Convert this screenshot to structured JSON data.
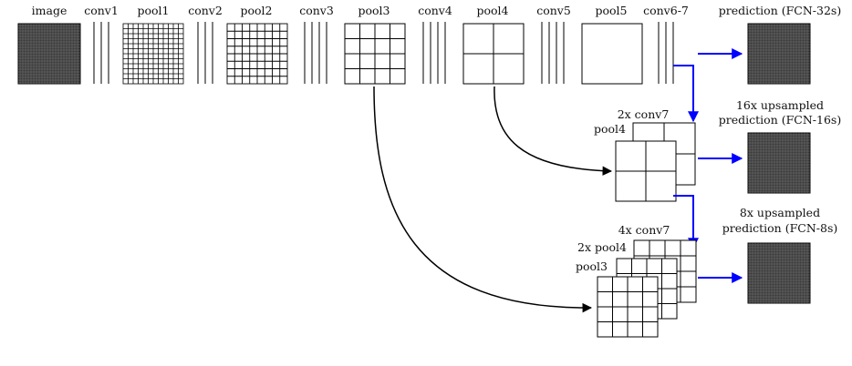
{
  "stages": [
    {
      "key": "image",
      "label": "image"
    },
    {
      "key": "conv1",
      "label": "conv1"
    },
    {
      "key": "pool1",
      "label": "pool1"
    },
    {
      "key": "conv2",
      "label": "conv2"
    },
    {
      "key": "pool2",
      "label": "pool2"
    },
    {
      "key": "conv3",
      "label": "conv3"
    },
    {
      "key": "pool3",
      "label": "pool3"
    },
    {
      "key": "conv4",
      "label": "conv4"
    },
    {
      "key": "pool4",
      "label": "pool4"
    },
    {
      "key": "conv5",
      "label": "conv5"
    },
    {
      "key": "pool5",
      "label": "pool5"
    },
    {
      "key": "conv67",
      "label": "conv6-7"
    }
  ],
  "outputs": {
    "fcn32": {
      "line1": "prediction (FCN-32s)"
    },
    "fcn16": {
      "line1": "16x upsampled",
      "line2": "prediction (FCN-16s)"
    },
    "fcn8": {
      "line1": "8x upsampled",
      "line2": "prediction (FCN-8s)"
    }
  },
  "stack16": {
    "top_label": "2x conv7",
    "side_label": "pool4"
  },
  "stack8": {
    "top_label": "4x conv7",
    "mid_label": "2x pool4",
    "side_label": "pool3"
  },
  "colors": {
    "arrow_blue": "#0000ff",
    "line": "#000000",
    "prediction_fill": "#3a3a3a"
  }
}
